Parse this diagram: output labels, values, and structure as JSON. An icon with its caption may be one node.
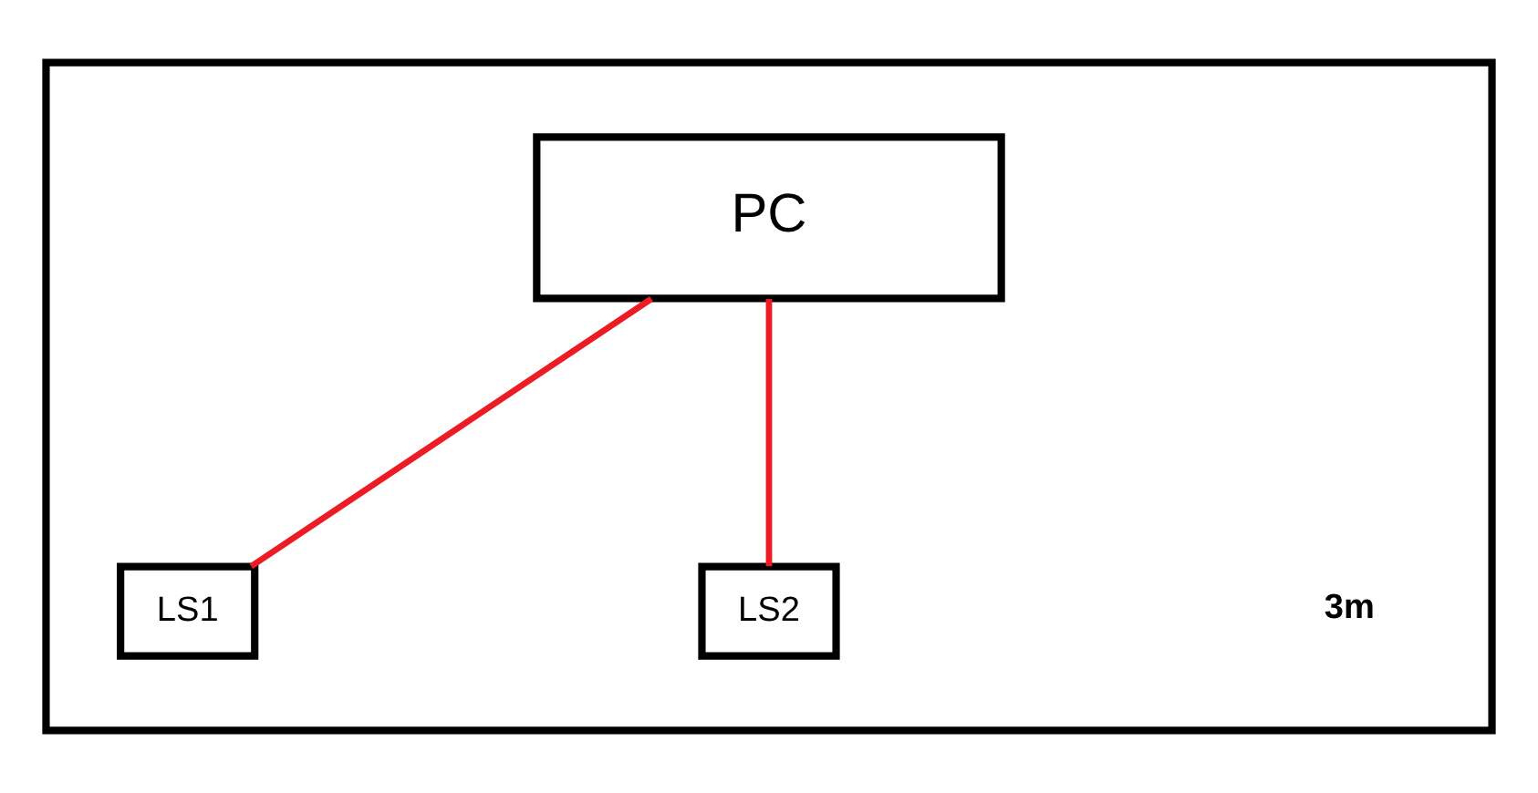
{
  "diagram": {
    "nodes": [
      {
        "text": [],
        "shape": "box"
      },
      {
        "text": [
          "PC"
        ],
        "in": 0
      },
      {
        "text": [
          "LS1"
        ],
        "in": 0
      },
      {
        "text": [
          "LS2"
        ],
        "in": 0
      }
    ],
    "edges": [
      {
        "from": 1,
        "to": 2,
        "arrow": "none"
      },
      {
        "from": 1,
        "to": 3,
        "arrow": "none"
      }
    ],
    "labels": [
      "3m"
    ]
  }
}
